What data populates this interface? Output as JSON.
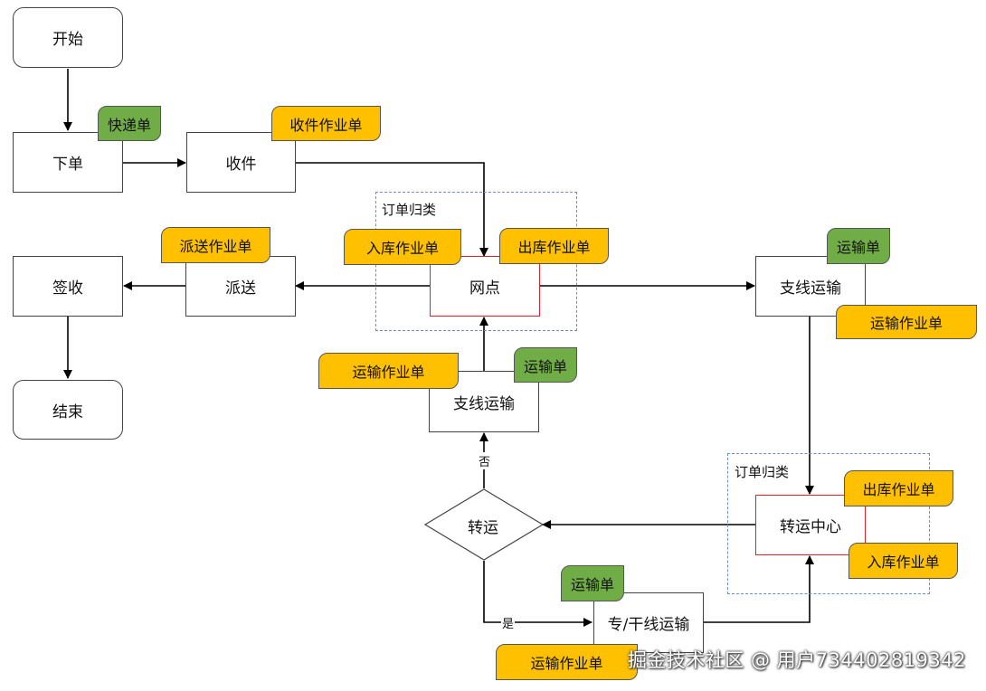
{
  "nodes": {
    "start": "开始",
    "order": "下单",
    "pickup": "收件",
    "outlet": "网点",
    "deliver": "派送",
    "sign": "签收",
    "end": "结束",
    "branch_right": "支线运输",
    "branch_center": "支线运输",
    "transfer_decision": "转运",
    "transfer_center": "转运中心",
    "trunk": "专/干线运输"
  },
  "groups": {
    "outlet_group": "订单归类",
    "center_group": "订单归类"
  },
  "tags": {
    "express_bill": "快递单",
    "pickup_job": "收件作业单",
    "delivery_job": "派送作业单",
    "inbound_job_outlet": "入库作业单",
    "outbound_job_outlet": "出库作业单",
    "transport_bill_right": "运输单",
    "transport_job_right": "运输作业单",
    "transport_job_center": "运输作业单",
    "transport_bill_center": "运输单",
    "outbound_job_center": "出库作业单",
    "inbound_job_center": "入库作业单",
    "transport_bill_trunk": "运输单",
    "transport_job_trunk": "运输作业单"
  },
  "edge_labels": {
    "no": "否",
    "yes": "是"
  },
  "watermark": "掘金技术社区 @ 用户734402819342",
  "colors": {
    "tag_yellow": "#ffc000",
    "tag_green": "#70ad47",
    "highlight_border": "#e0202a",
    "group_border": "#6b8fc7"
  }
}
